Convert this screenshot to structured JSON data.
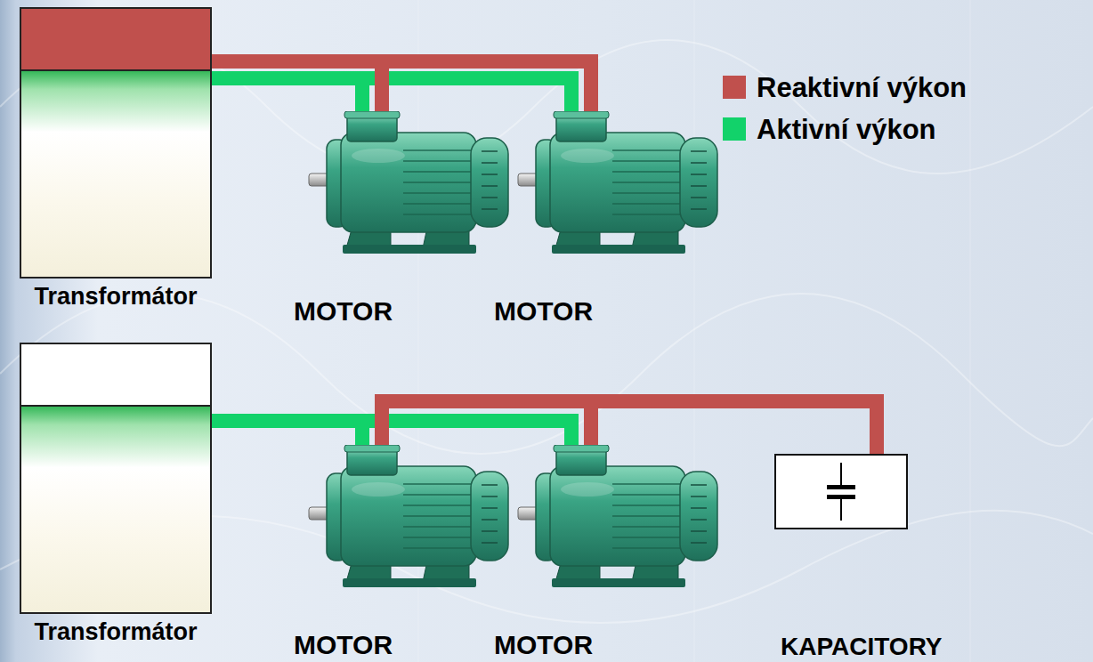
{
  "diagram": {
    "nodes": [
      {
        "text": [
          "Transformátor"
        ]
      },
      {
        "text": [
          "MOTOR"
        ]
      },
      {
        "text": [
          "MOTOR"
        ]
      },
      {
        "text": [
          "Transformátor"
        ]
      },
      {
        "text": [
          "MOTOR"
        ]
      },
      {
        "text": [
          "MOTOR"
        ]
      },
      {
        "text": [
          "KAPACITORY"
        ]
      }
    ],
    "edges": [
      {
        "from": 0,
        "to": 1,
        "arrow": "none"
      },
      {
        "from": 0,
        "to": 2,
        "arrow": "none"
      },
      {
        "from": 0,
        "to": 1,
        "arrow": "none"
      },
      {
        "from": 0,
        "to": 2,
        "arrow": "none"
      },
      {
        "from": 3,
        "to": 4,
        "arrow": "none"
      },
      {
        "from": 3,
        "to": 5,
        "arrow": "none"
      },
      {
        "from": 6,
        "to": 4,
        "arrow": "none"
      },
      {
        "from": 6,
        "to": 5,
        "arrow": "none"
      }
    ],
    "legend": [
      {
        "text": "Reaktivní výkon",
        "color": "#C0504D"
      },
      {
        "text": "Aktivní výkon",
        "color": "#12D26A"
      }
    ]
  }
}
